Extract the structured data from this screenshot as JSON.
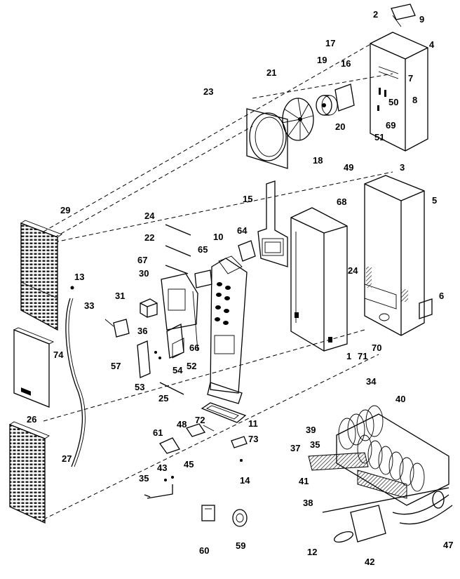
{
  "diagram": {
    "labels": [
      "2",
      "9",
      "4",
      "17",
      "16",
      "7",
      "8",
      "19",
      "21",
      "50",
      "23",
      "20",
      "69",
      "51",
      "18",
      "49",
      "3",
      "15",
      "68",
      "5",
      "29",
      "24",
      "64",
      "10",
      "22",
      "65",
      "67",
      "24",
      "30",
      "13",
      "31",
      "6",
      "33",
      "36",
      "66",
      "52",
      "54",
      "70",
      "71",
      "1",
      "57",
      "74",
      "53",
      "25",
      "26",
      "34",
      "40",
      "39",
      "35",
      "37",
      "61",
      "48",
      "72",
      "11",
      "73",
      "41",
      "27",
      "43",
      "45",
      "14",
      "35",
      "38",
      "47",
      "60",
      "59",
      "12",
      "42"
    ]
  }
}
